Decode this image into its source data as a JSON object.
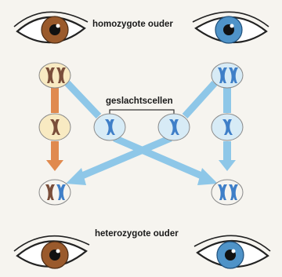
{
  "labels": {
    "top": "homozygote ouder",
    "gametes": "geslachtscellen",
    "bottom": "heterozygote ouder"
  },
  "colors": {
    "background": "#f6f4ef",
    "eye_brown": "#9a5a2c",
    "eye_blue": "#4f93c8",
    "arrow_blue": "#8ec7e8",
    "arrow_orange": "#e08a4f",
    "cell_cream": "#f8eac2",
    "cell_blue": "#d7ebf6",
    "chrom_brown": "#7a4e3a",
    "chrom_blue": "#3f7fc8"
  },
  "icons": {
    "eye": "eye-icon",
    "chromosome": "chromosome-icon",
    "arrow": "arrow-icon"
  }
}
